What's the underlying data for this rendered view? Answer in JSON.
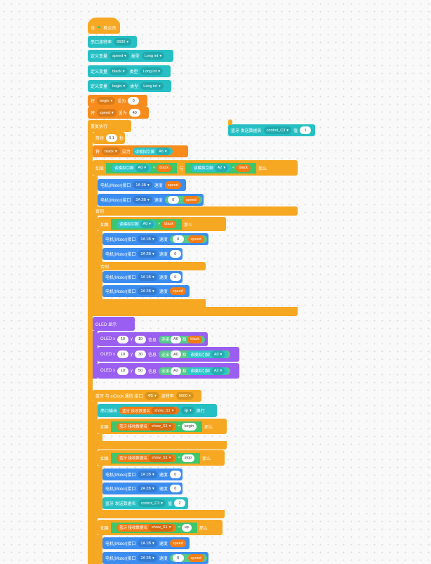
{
  "hat": {
    "prefix": "当",
    "suffix": "被点击"
  },
  "serial_baud": {
    "label": "串口波特率",
    "value": "9600"
  },
  "define": [
    {
      "label": "定义变量",
      "name": "speed",
      "type_label": "类型",
      "type": "Long int"
    },
    {
      "label": "定义变量",
      "name": "black",
      "type_label": "类型",
      "type": "Long int"
    },
    {
      "label": "定义变量",
      "name": "begin",
      "type_label": "类型",
      "type": "Long int"
    }
  ],
  "set": [
    {
      "label": "将",
      "name": "begin",
      "to": "设为",
      "value": "0"
    },
    {
      "label": "将",
      "name": "speed",
      "to": "设为",
      "value": "40"
    }
  ],
  "forever": "重复执行",
  "wait": {
    "label": "等待",
    "value": "0.1",
    "unit": "秒"
  },
  "set_black": {
    "label": "将",
    "name": "black",
    "to": "设为",
    "fn": "读模拟引脚",
    "pin": "A6"
  },
  "floating": {
    "label": "蓝牙 发送数据名",
    "name": "control_C3",
    "val_label": "值",
    "value": "1"
  },
  "if1": {
    "if": "如果",
    "then": "那么",
    "else": "否则",
    "and": "与",
    "left": {
      "fn": "读模拟引脚",
      "pin": "A0",
      "op": "<",
      "var": "black"
    },
    "right": {
      "fn": "读模拟引脚",
      "pin": "A2",
      "op": "<",
      "var": "black"
    }
  },
  "motor": {
    "label": "电机(Motor)接口",
    "speed": "速度",
    "p1": "1A 1B",
    "p2": "2A 2B",
    "zero": "0",
    "minus": "-",
    "var": "speed"
  },
  "if2": {
    "if": "如果",
    "then": "那么",
    "else": "否则",
    "fn": "读模拟引脚",
    "pin": "A0",
    "op": ">",
    "var": "black"
  },
  "oled": {
    "header": "OLED 显示",
    "rows": [
      {
        "label": "OLED x",
        "x": "10",
        "y_label": "y",
        "y": "10",
        "info": "信息",
        "join": "连接",
        "a": "A6",
        "and": "和",
        "b": "black"
      },
      {
        "label": "OLED x",
        "x": "10",
        "y_label": "y",
        "y": "30",
        "info": "信息",
        "join": "连接",
        "a": "A0",
        "and": "和",
        "fn": "读模拟引脚",
        "pin": "A0"
      },
      {
        "label": "OLED x",
        "x": "10",
        "y_label": "y",
        "y": "50",
        "info": "信息",
        "join": "连接",
        "a": "A2",
        "and": "和",
        "fn": "读模拟引脚",
        "pin": "A2"
      }
    ]
  },
  "bt": {
    "init": {
      "label": "蓝牙 与 mDock 通信 接口",
      "port": "4/5",
      "baud_label": "波特率",
      "baud": "9600"
    },
    "print": {
      "label": "串口输出",
      "recv": "蓝牙 接收数据名",
      "name": "show_S1",
      "mode": "带",
      "suffix": "换行"
    },
    "if_begin": {
      "if": "如果",
      "recv": "蓝牙 接收数据名",
      "name": "show_S1",
      "op": "=",
      "text": "begin",
      "then": "那么"
    },
    "if_stop": {
      "if": "如果",
      "recv": "蓝牙 接收数据名",
      "name": "show_S1",
      "op": "=",
      "text": "stop",
      "then": "那么"
    },
    "send": {
      "label": "蓝牙 发送数据名",
      "name": "control_C3",
      "val_label": "值",
      "value": "2"
    },
    "if_up": {
      "if": "如果",
      "recv": "蓝牙 接收数据名",
      "name": "show_S1",
      "op": "=",
      "text": "up",
      "then": "那么"
    }
  }
}
